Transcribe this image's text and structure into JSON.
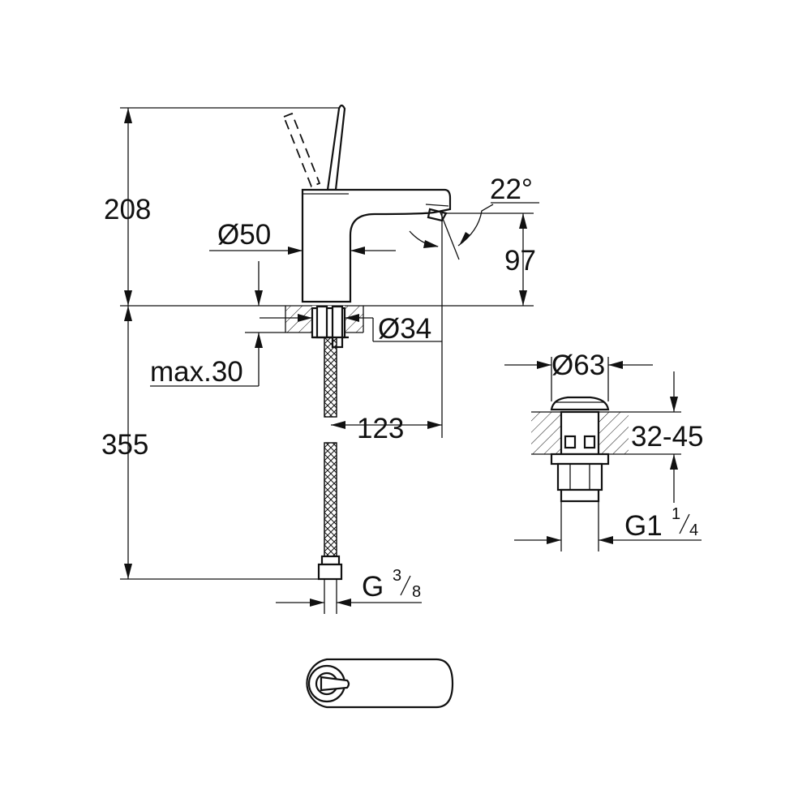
{
  "dimensions": {
    "height_top": "208",
    "height_bottom": "355",
    "body_diameter": "Ø50",
    "hole_diameter": "Ø34",
    "deck_max": "max.30",
    "spout_reach": "123",
    "spout_angle": "22°",
    "spout_height": "97",
    "waste_diameter": "Ø63",
    "waste_range": "32-45",
    "hose_thread_main": "G",
    "hose_thread_num": "3",
    "hose_thread_den": "8",
    "waste_thread_main": "G1",
    "waste_thread_num": "1",
    "waste_thread_den": "4"
  },
  "colors": {
    "line": "#111111",
    "background": "#ffffff"
  }
}
